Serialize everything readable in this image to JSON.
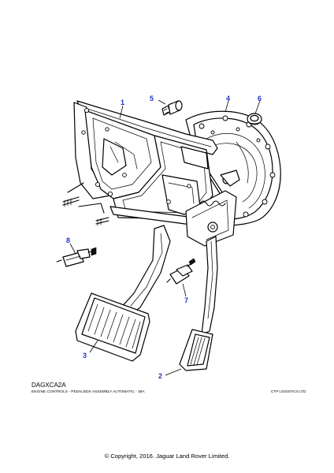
{
  "diagram": {
    "callouts": [
      {
        "id": "1",
        "label": "1"
      },
      {
        "id": "2",
        "label": "2"
      },
      {
        "id": "3",
        "label": "3"
      },
      {
        "id": "4",
        "label": "4"
      },
      {
        "id": "5",
        "label": "5"
      },
      {
        "id": "6",
        "label": "6"
      },
      {
        "id": "7",
        "label": "7"
      },
      {
        "id": "8",
        "label": "8"
      }
    ],
    "callout_color": "#1f33c9"
  },
  "caption": {
    "code": "DAGXCA2A",
    "description": "ENGINE CONTROLS - PEDALBOX ASSEMBLY AUTOMATIC - 38A",
    "publisher": "CTP LOGISTICS LTD"
  },
  "footer": {
    "copyright": "© Copyright, 2016. Jaguar Land Rover Limited."
  }
}
